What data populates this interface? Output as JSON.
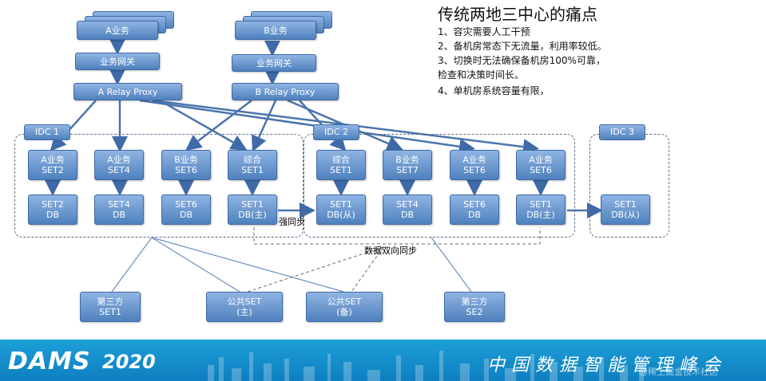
{
  "title": "传统两地三中心的痛点",
  "notes": [
    "1、容灾需要人工干预",
    "2、备机房常态下无流量，利用率较低。",
    "3、切换时无法确保备机房100%可靠，",
    "检查和决策时间长。",
    "4、单机房系统容量有限，"
  ],
  "top": {
    "a_business": "A业务",
    "b_business": "B业务",
    "gateway_a": "业务网关",
    "gateway_b": "业务网关",
    "proxy_a": "A Relay Proxy",
    "proxy_b": "B Relay Proxy"
  },
  "idc": {
    "idc1": "IDC 1",
    "idc2": "IDC 2",
    "idc3": "IDC 3"
  },
  "sets": [
    {
      "line1": "A业务",
      "line2": "SET2"
    },
    {
      "line1": "A业务",
      "line2": "SET4"
    },
    {
      "line1": "B业务",
      "line2": "SET6"
    },
    {
      "line1": "综合",
      "line2": "SET1"
    },
    {
      "line1": "综合",
      "line2": "SET1"
    },
    {
      "line1": "B业务",
      "line2": "SET7"
    },
    {
      "line1": "A业务",
      "line2": "SET6"
    },
    {
      "line1": "A业务",
      "line2": "SET6"
    }
  ],
  "dbs": [
    {
      "line1": "SET2",
      "line2": "DB"
    },
    {
      "line1": "SET4",
      "line2": "DB"
    },
    {
      "line1": "SET6",
      "line2": "DB"
    },
    {
      "line1": "SET1",
      "line2": "DB(主)"
    },
    {
      "line1": "SET1",
      "line2": "DB(从)"
    },
    {
      "line1": "SET4",
      "line2": "DB"
    },
    {
      "line1": "SET6",
      "line2": "DB"
    },
    {
      "line1": "SET1",
      "line2": "DB(主)"
    },
    {
      "line1": "SET1",
      "line2": "DB(从)"
    }
  ],
  "labels": {
    "strong_sync": "强同步",
    "bidirectional_sync": "数据双向同步"
  },
  "bottom": [
    {
      "line1": "第三方",
      "line2": "SET1"
    },
    {
      "line1": "公共SET",
      "line2": "(主)"
    },
    {
      "line1": "公共SET",
      "line2": "(备)"
    },
    {
      "line1": "第三方",
      "line2": "SE2"
    }
  ],
  "footer": {
    "brand": "DAMS",
    "year": "2020",
    "slogan": "中国数据智能管理峰会",
    "watermark": "@稀土掘金技术社区"
  }
}
